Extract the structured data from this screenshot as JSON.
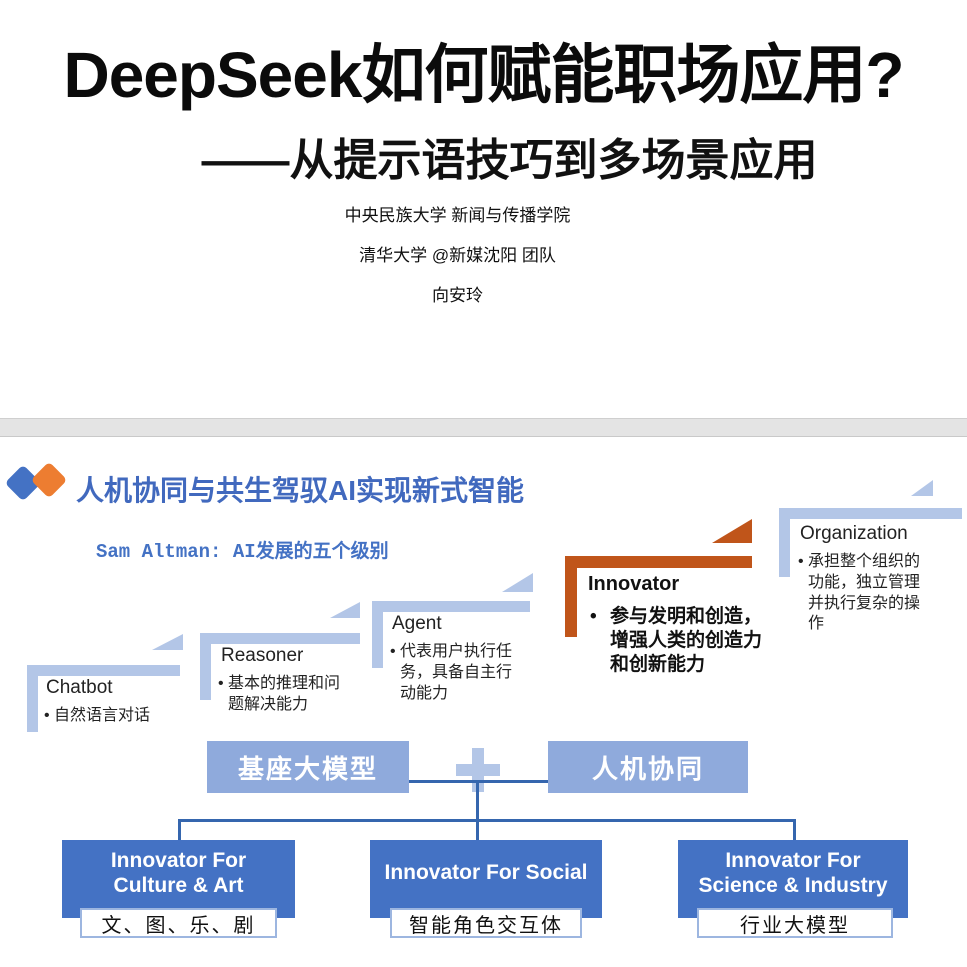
{
  "slide1": {
    "title": "DeepSeek如何赋能职场应用?",
    "subtitle": "——从提示语技巧到多场景应用",
    "authors": [
      "中央民族大学 新闻与传播学院",
      "清华大学 @新媒沈阳 团队",
      "向安玲"
    ]
  },
  "slide2": {
    "header_title": "人机协同与共生驾驭AI实现新式智能",
    "caption": "Sam Altman: AI发展的五个级别",
    "levels": [
      {
        "name": "Chatbot",
        "desc": "自然语言对话"
      },
      {
        "name": "Reasoner",
        "desc": "基本的推理和问题解决能力"
      },
      {
        "name": "Agent",
        "desc": "代表用户执行任务，具备自主行动能力"
      },
      {
        "name": "Innovator",
        "desc": "参与发明和创造，增强人类的创造力和创新能力",
        "highlighted": true
      },
      {
        "name": "Organization",
        "desc": "承担整个组织的功能，独立管理并执行复杂的操作"
      }
    ],
    "combo": {
      "left": "基座大模型",
      "operator": "+",
      "right": "人机协同"
    },
    "branches": [
      {
        "title": "Innovator For Culture & Art",
        "label": "文、图、乐、剧"
      },
      {
        "title": "Innovator For Social",
        "label": "智能角色交互体"
      },
      {
        "title": "Innovator For Science & Industry",
        "label": "行业大模型"
      }
    ]
  },
  "colors": {
    "accent-blue": "#4472C4",
    "mid-blue": "#8FAADC",
    "light-blue": "#B3C6E7",
    "line-blue": "#3566AE",
    "orange": "#C0551A",
    "logo-orange": "#ED7D31",
    "divider-gray": "#E4E4E4"
  }
}
